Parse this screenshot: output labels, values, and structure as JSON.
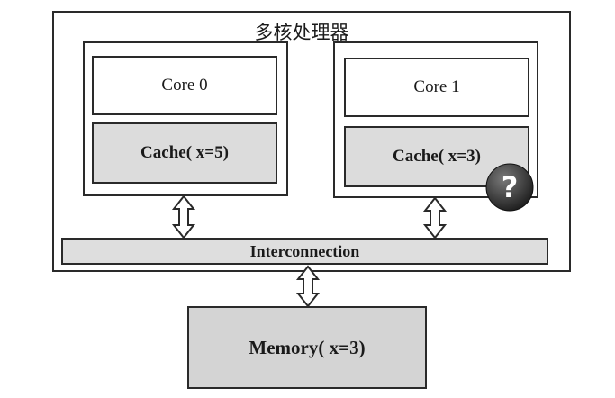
{
  "title": "多核处理器",
  "cores": [
    {
      "core_label": "Core 0",
      "cache_label": "Cache( x=5)"
    },
    {
      "core_label": "Core 1",
      "cache_label": "Cache( x=3)"
    }
  ],
  "interconnect_label": "Interconnection",
  "memory_label": "Memory( x=3)",
  "question_mark": "?",
  "colors": {
    "line": "#2a2a2a",
    "cache_fill": "#dcdcdc",
    "memory_fill": "#d4d4d4",
    "badge": "#2e2e2e"
  }
}
